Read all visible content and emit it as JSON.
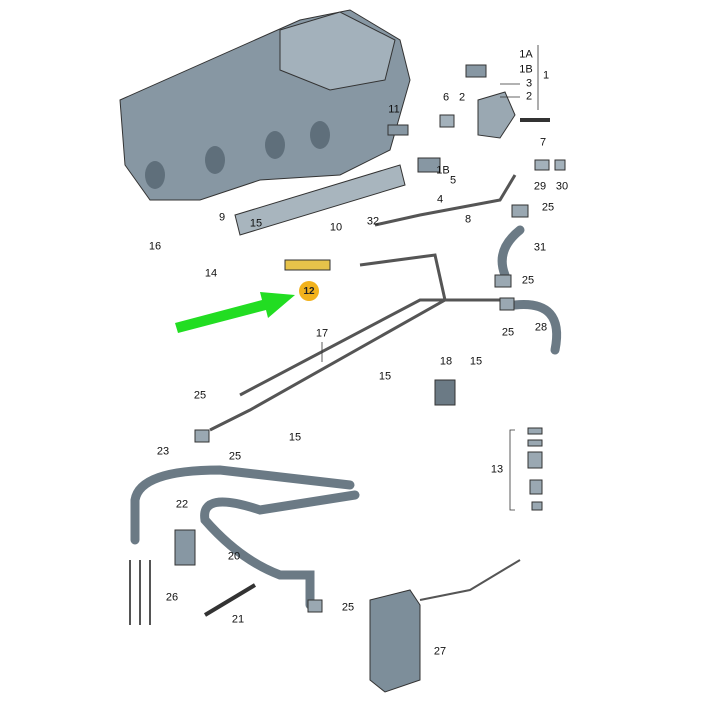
{
  "diagram": {
    "callouts": [
      "1A",
      "1B",
      "1",
      "3",
      "2",
      "6",
      "2",
      "11",
      "7",
      "1B",
      "5",
      "29",
      "30",
      "4",
      "25",
      "8",
      "9",
      "15",
      "32",
      "10",
      "16",
      "31",
      "14",
      "25",
      "28",
      "25",
      "17",
      "18",
      "15",
      "15",
      "25",
      "15",
      "25",
      "23",
      "13",
      "22",
      "20",
      "26",
      "21",
      "25",
      "27"
    ],
    "highlighted_callout": "12",
    "colors": {
      "highlight": "#f2b21c",
      "arrow": "#22dd22",
      "parts": "#7d8e9a",
      "lines": "#555555"
    }
  }
}
